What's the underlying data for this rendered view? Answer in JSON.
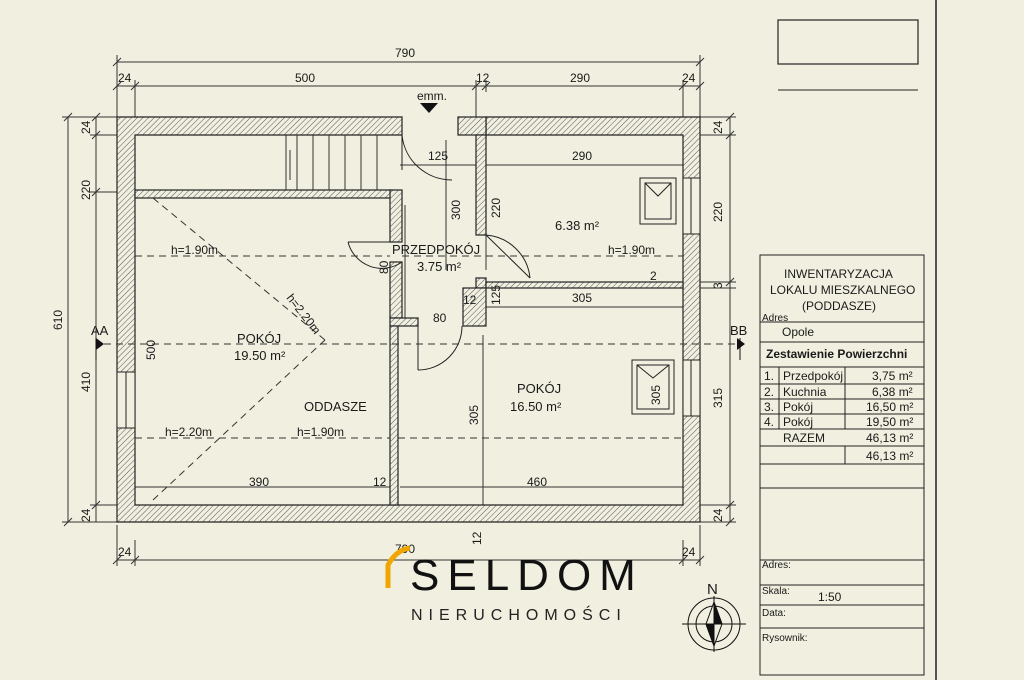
{
  "dimensions": {
    "top_total": "790",
    "top_24a": "24",
    "top_500": "500",
    "top_12": "12",
    "top_290": "290",
    "top_24b": "24",
    "bottom_total": "790",
    "bottom_24a": "24",
    "bottom_24b": "24",
    "bottom_12": "12",
    "left_total": "610",
    "left_24a": "24",
    "left_220": "220",
    "left_410": "410",
    "left_24b": "24",
    "right_24a": "24",
    "right_220": "220",
    "right_3": "3",
    "right_315": "315",
    "right_24b": "24",
    "in_125": "125",
    "in_290": "290",
    "in_300": "300",
    "in_220": "220",
    "in_80a": "80",
    "in_2": "2",
    "in_125b": "125",
    "in_12": "12",
    "in_305": "305",
    "in_80b": "80",
    "in_500": "500",
    "in_305v": "305",
    "in_305w": "305",
    "in_390": "390",
    "in_12b": "12",
    "in_460": "460"
  },
  "labels": {
    "emm": "emm.",
    "section_aa": "AA",
    "section_bb": "BB",
    "h190_left": "h=1.90m",
    "h190_right": "h=1.90m",
    "h220_diag": "h=2.20m",
    "h220_bottom": "h=2.20m",
    "h190_bottom": "h=1.90m",
    "north": "N"
  },
  "rooms": {
    "hall_name": "PRZEDPOKÓJ",
    "hall_area": "3.75 m²",
    "kitchen_area": "6.38 m²",
    "room_left_name": "POKÓJ",
    "room_left_area": "19.50 m²",
    "room_right_name": "POKÓJ",
    "room_right_area": "16.50 m²",
    "attic": "ODDASZE"
  },
  "table": {
    "title_l1": "INWENTARYZACJA",
    "title_l2": "LOKALU MIESZKALNEGO",
    "title_l3": "(PODDASZE)",
    "adres_label": "Adres",
    "adres_value": "Opole",
    "section": "Zestawienie Powierzchni",
    "rows": [
      {
        "no": "1.",
        "name": "Przedpokój",
        "area": "3,75 m²"
      },
      {
        "no": "2.",
        "name": "Kuchnia",
        "area": "6,38 m²"
      },
      {
        "no": "3.",
        "name": "Pokój",
        "area": "16,50 m²"
      },
      {
        "no": "4.",
        "name": "Pokój",
        "area": "19,50 m²"
      }
    ],
    "razem_label": "RAZEM",
    "razem_value": "46,13 m²",
    "total_value": "46,13 m²",
    "adres2_label": "Adres:",
    "skala_label": "Skala:",
    "skala_value": "1:50",
    "data_label": "Data:",
    "rysownik_label": "Rysownik:"
  },
  "brand": {
    "name": "SELDOM",
    "tagline": "NIERUCHOMOŚCI",
    "accent": "#f0a500"
  }
}
